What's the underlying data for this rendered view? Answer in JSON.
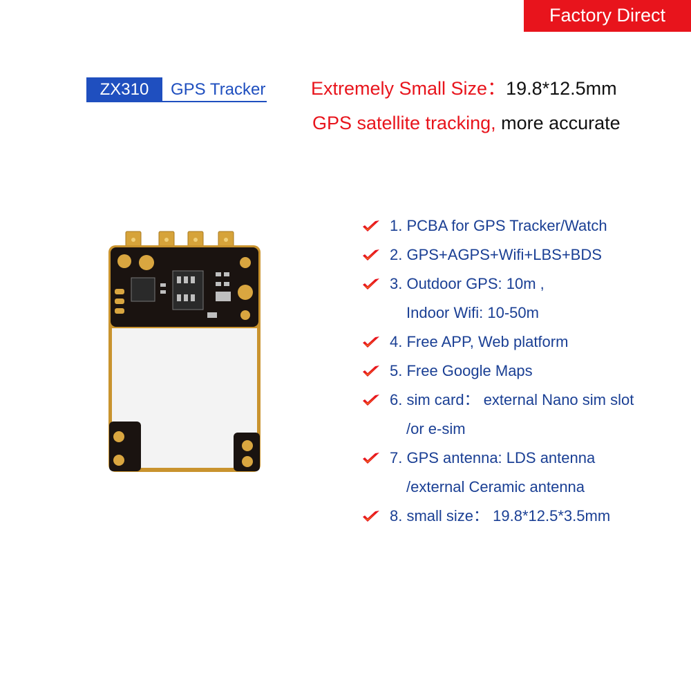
{
  "badge": {
    "text": "Factory Direct"
  },
  "product": {
    "model": "ZX310",
    "name": "GPS Tracker"
  },
  "headline": {
    "label": "Extremely Small Size：",
    "value": "19.8*12.5mm"
  },
  "subline": {
    "highlight": "GPS satellite tracking,",
    "rest": " more accurate"
  },
  "features": [
    {
      "text": "1. PCBA for GPS Tracker/Watch"
    },
    {
      "text": "2. GPS+AGPS+Wifi+LBS+BDS"
    },
    {
      "text": "3. Outdoor GPS: 10m ,",
      "cont": "Indoor Wifi: 10-50m"
    },
    {
      "text": "4. Free APP, Web platform"
    },
    {
      "text": "5. Free Google Maps"
    },
    {
      "text": "6. sim card：  external Nano sim slot",
      "cont": "/or e-sim"
    },
    {
      "text": "7. GPS antenna: LDS antenna",
      "cont": "/external Ceramic antenna"
    },
    {
      "text": "8. small size：  19.8*12.5*3.5mm"
    }
  ],
  "colors": {
    "brand_red": "#e8141c",
    "brand_blue": "#1f4fbf",
    "text_blue": "#1a3f94",
    "check_red": "#e8141c",
    "check_gold": "#f2c21a"
  },
  "icons": {
    "check": "checkmark-icon"
  }
}
